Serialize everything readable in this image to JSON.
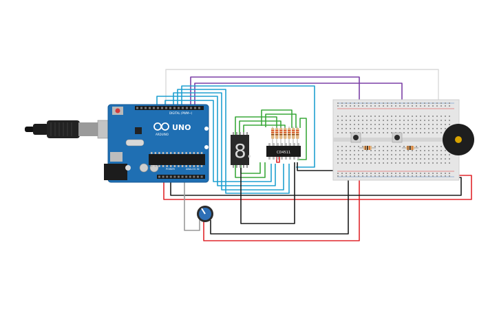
{
  "arduino": {
    "brand": "UNO",
    "logo_text": "ARDUINO",
    "digital_label": "DIGITAL (PWM~)",
    "power_label": "POWER",
    "analog_label": "ANALOG IN",
    "board_color": "#1f6fb3"
  },
  "chip": {
    "label": "CD4511"
  },
  "seven_segment": {
    "digit": "8."
  },
  "colors": {
    "red": "#e0262b",
    "black": "#1a1a1a",
    "blue": "#1e9fd0",
    "purple": "#7b3fa5",
    "green": "#3aa83a",
    "gray": "#999999",
    "light_gray": "#d6d6d6"
  }
}
